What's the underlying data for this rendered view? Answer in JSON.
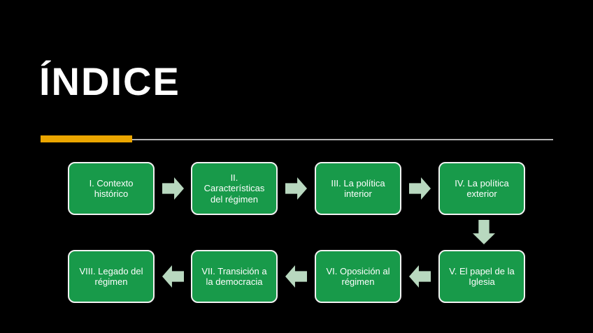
{
  "slide": {
    "title": "ÍNDICE"
  },
  "colors": {
    "background": "#000000",
    "box_green": "#189a4a",
    "box_border_white": "#f2f2f2",
    "arrow_light_green": "#b8d8bf",
    "accent_orange": "#eba600",
    "divider_gray": "#b3b3b3",
    "text_white": "#ffffff"
  },
  "flowchart": {
    "steps": [
      {
        "id": "I",
        "label": "I. Contexto\nhistórico"
      },
      {
        "id": "II",
        "label": "II.\nCaracterísticas\ndel régimen"
      },
      {
        "id": "III",
        "label": "III. La política\ninterior"
      },
      {
        "id": "IV",
        "label": "IV. La política\nexterior"
      },
      {
        "id": "V",
        "label": "V. El papel de la\nIglesia"
      },
      {
        "id": "VI",
        "label": "VI. Oposición al\nrégimen"
      },
      {
        "id": "VII",
        "label": "VII. Transición a\nla democracia"
      },
      {
        "id": "VIII",
        "label": "VIII. Legado del\nrégimen"
      }
    ]
  }
}
